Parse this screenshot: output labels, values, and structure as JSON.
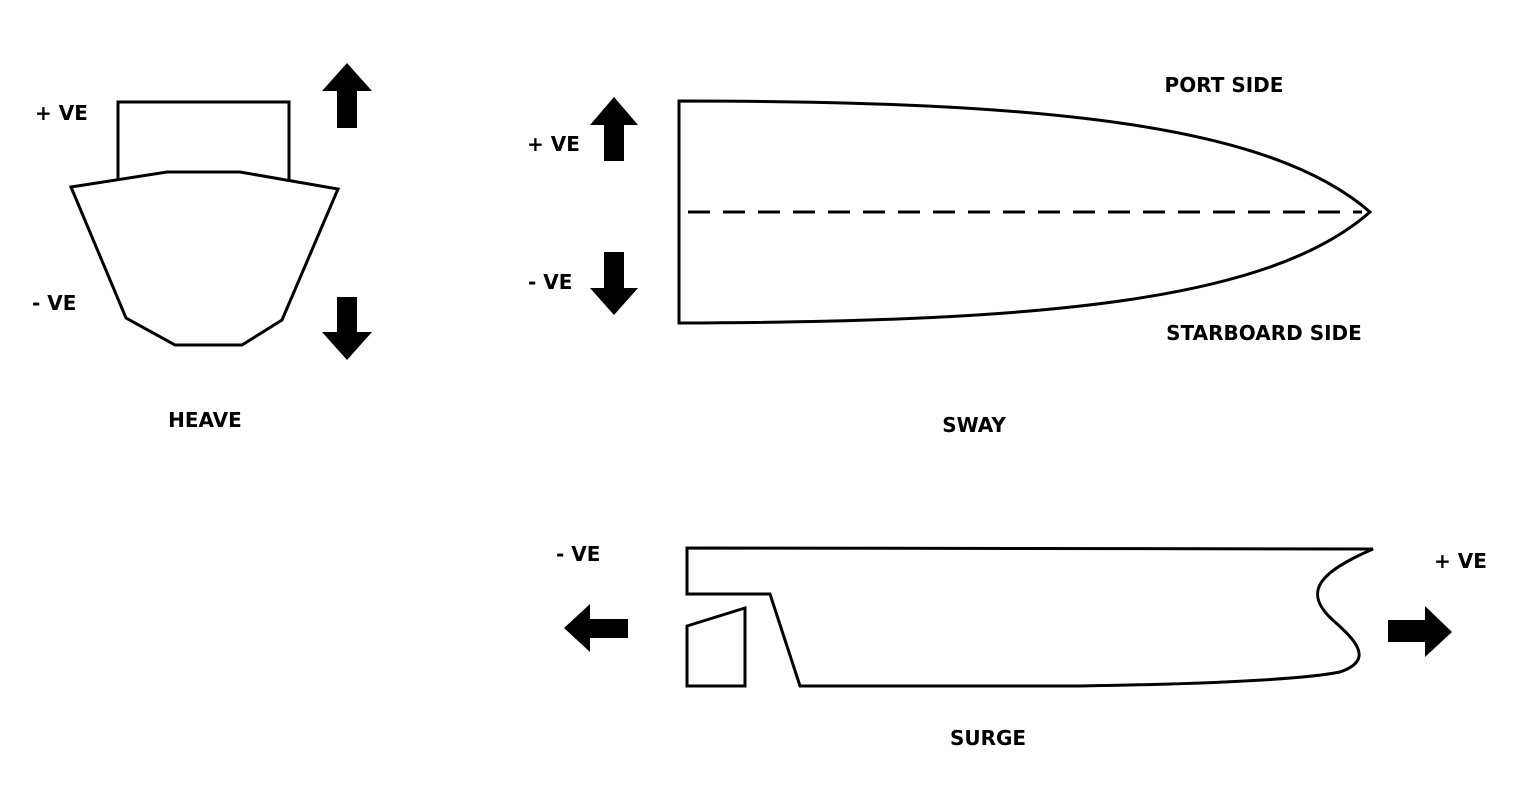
{
  "heave": {
    "title": "HEAVE",
    "positive_label": "+ VE",
    "negative_label": "- VE"
  },
  "sway": {
    "title": "SWAY",
    "positive_label": "+ VE",
    "negative_label": "- VE",
    "port_label": "PORT SIDE",
    "starboard_label": "STARBOARD SIDE"
  },
  "surge": {
    "title": "SURGE",
    "positive_label": "+ VE",
    "negative_label": "- VE"
  },
  "colors": {
    "stroke": "#000000",
    "background": "#ffffff"
  }
}
